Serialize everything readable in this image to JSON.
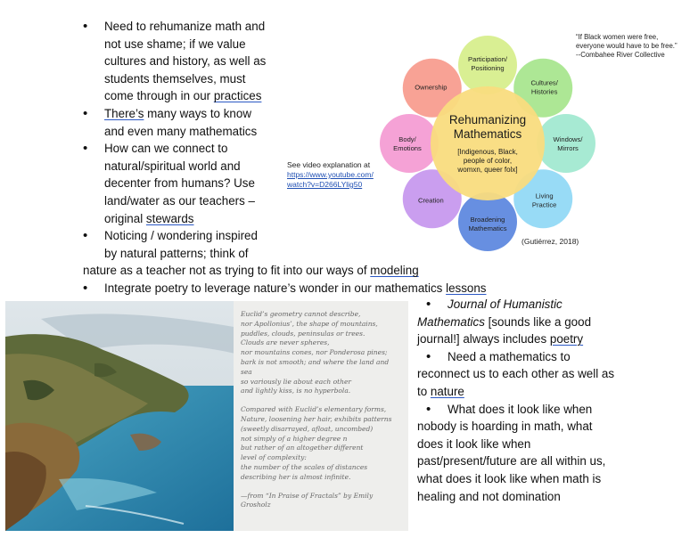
{
  "top_bullets": [
    {
      "lines": [
        "Need to rehumanize math and",
        "not use shame; if we value",
        "cultures and history, as well as",
        "students themselves, must",
        "come through in our "
      ],
      "underline": "practices"
    },
    {
      "lead_underline": "There’s",
      "text_after": " many ways to know",
      "line2": "and even many mathematics"
    },
    {
      "lines": [
        "How can we connect to",
        "natural/spiritual world and",
        "decenter from humans? Use",
        "land/water as our teachers –",
        "original "
      ],
      "underline": "stewards"
    },
    {
      "lines": [
        "Noticing / wondering inspired",
        "by natural patterns; think of"
      ],
      "cont": "nature as a teacher not as trying to fit into our ways of ",
      "underline": "modeling"
    },
    {
      "text": "Integrate poetry to leverage nature’s wonder in our mathematics ",
      "underline": "lessons"
    }
  ],
  "right_bullets": {
    "b1": {
      "em_line1": "Journal of Humanistic",
      "em_line2": "Mathematics",
      "rest": " [sounds like a good",
      "line3": "journal!] always includes ",
      "underline": "poetry"
    },
    "b2": {
      "line1": "Need a mathematics to",
      "line2": "reconnect us to each other as well as",
      "line3": "to ",
      "underline": "nature"
    },
    "b3": {
      "line1": "What does it look like when",
      "lines": [
        "nobody is hoarding in math, what",
        "does it look like when",
        "past/present/future are all within us,",
        "what does it look like when math is",
        "healing and not domination"
      ]
    }
  },
  "video_note": {
    "line1": "See video explanation at",
    "link1": "https://www.youtube.com/",
    "link2": "watch?v=D266LYlig50"
  },
  "quote": {
    "line1": "“If Black women were free,",
    "line2": "everyone would have to be free.”",
    "line3": "--Combahee River Collective"
  },
  "citation": "(Gutiérrez, 2018)",
  "diagram": {
    "center_title_1": "Rehumanizing",
    "center_title_2": "Mathematics",
    "center_sub_1": "[Indigenous, Black,",
    "center_sub_2": "people of color,",
    "center_sub_3": "womxn, queer folx]",
    "petals": [
      {
        "l1": "Participation/",
        "l2": "Positioning",
        "color": "#d6ee8a"
      },
      {
        "l1": "Cultures/",
        "l2": "Histories",
        "color": "#a6e58c"
      },
      {
        "l1": "Windows/",
        "l2": "Mirrors",
        "color": "#9fe8cf"
      },
      {
        "l1": "Living",
        "l2": "Practice",
        "color": "#8fd8f5"
      },
      {
        "l1": "Broadening",
        "l2": "Mathematics",
        "color": "#5a86de"
      },
      {
        "l1": "Creation",
        "l2": "",
        "color": "#c696ee"
      },
      {
        "l1": "Body/",
        "l2": "Emotions",
        "color": "#f49ad3"
      },
      {
        "l1": "Ownership",
        "l2": "",
        "color": "#f79a8c"
      }
    ]
  },
  "poem": {
    "stanza1": [
      "Euclid’s geometry cannot describe,",
      "nor Apollonius’, the shape of mountains,",
      "puddles, clouds, peninsulas or trees.",
      "Clouds are never spheres,",
      "nor mountains cones, nor Ponderosa pines;",
      "bark is not smooth; and where the land and sea",
      "so variously lie about each other",
      "and lightly kiss, is no hyperbola."
    ],
    "stanza2": [
      "Compared with Euclid’s elementary forms,",
      "Nature, loosening her hair, exhibits patterns",
      "(sweetly disarrayed, afloat, uncombed)",
      "not simply of a higher degree n",
      "but rather of an altogether different",
      "level of complexity:",
      "the number of the scales of distances",
      "describing her is almost infinite."
    ],
    "source": "—from “In Praise of Fractals” by Emily Grosholz"
  }
}
